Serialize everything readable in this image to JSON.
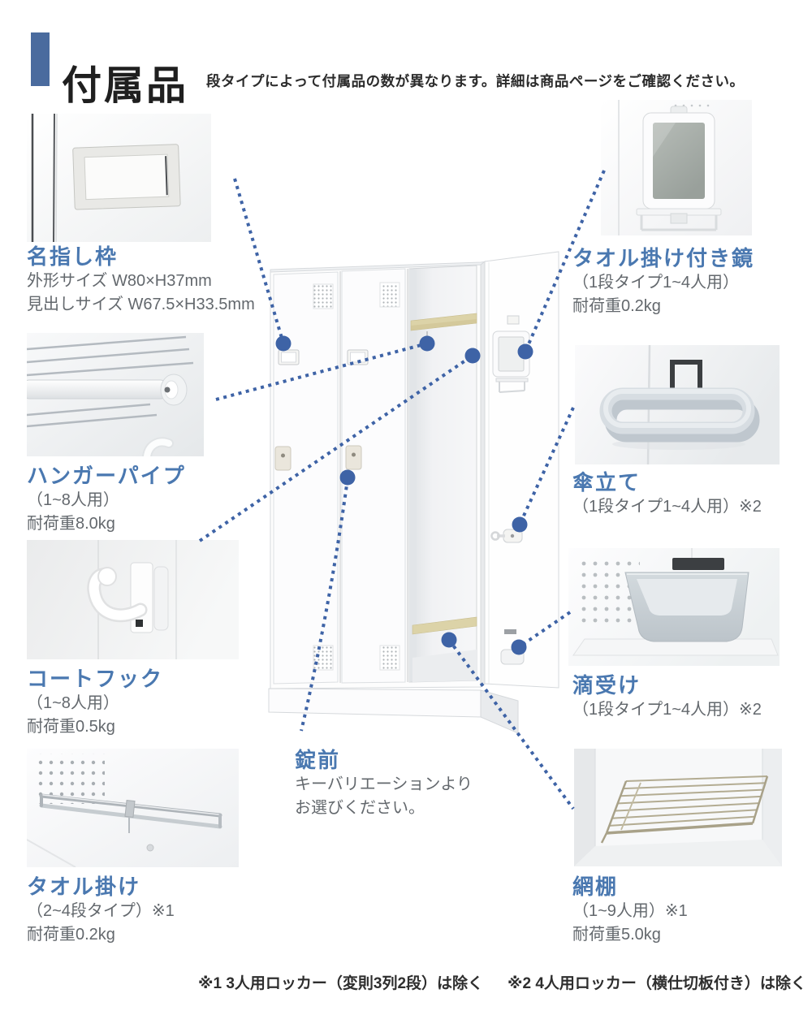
{
  "header": {
    "title": "付属品",
    "subtitle": "段タイプによって付属品の数が異なります。詳細は商品ページをご確認ください。"
  },
  "accessories": {
    "left": [
      {
        "name": "名指し枠",
        "specs": [
          "外形サイズ W80×H37mm",
          "見出しサイズ W67.5×H33.5mm"
        ]
      },
      {
        "name": "ハンガーパイプ",
        "specs": [
          "（1~8人用）",
          "耐荷重8.0kg"
        ]
      },
      {
        "name": "コートフック",
        "specs": [
          "（1~8人用）",
          "耐荷重0.5kg"
        ]
      },
      {
        "name": "タオル掛け",
        "specs": [
          "（2~4段タイプ）※1",
          "耐荷重0.2kg"
        ]
      }
    ],
    "right": [
      {
        "name": "タオル掛け付き鏡",
        "specs": [
          "（1段タイプ1~4人用）",
          "耐荷重0.2kg"
        ]
      },
      {
        "name": "傘立て",
        "specs": [
          "（1段タイプ1~4人用）※2"
        ]
      },
      {
        "name": "滴受け",
        "specs": [
          "（1段タイプ1~4人用）※2"
        ]
      },
      {
        "name": "網棚",
        "specs": [
          "（1~9人用）※1",
          "耐荷重5.0kg"
        ]
      }
    ],
    "center": {
      "name": "錠前",
      "specs": [
        "キーバリエーションより",
        "お選びください。"
      ]
    }
  },
  "footnotes": [
    "※1 3人用ロッカー（変則3列2段）は除く",
    "※2 4人用ロッカー（横仕切板付き）は除く"
  ],
  "colors": {
    "accent_bar": "#4a6b9e",
    "heading_blue": "#4a78b0",
    "connector_blue": "#3e63a6",
    "body_gray": "#63686d",
    "title_black": "#1f1f1f",
    "footnote_gray": "#2e2e2e"
  }
}
